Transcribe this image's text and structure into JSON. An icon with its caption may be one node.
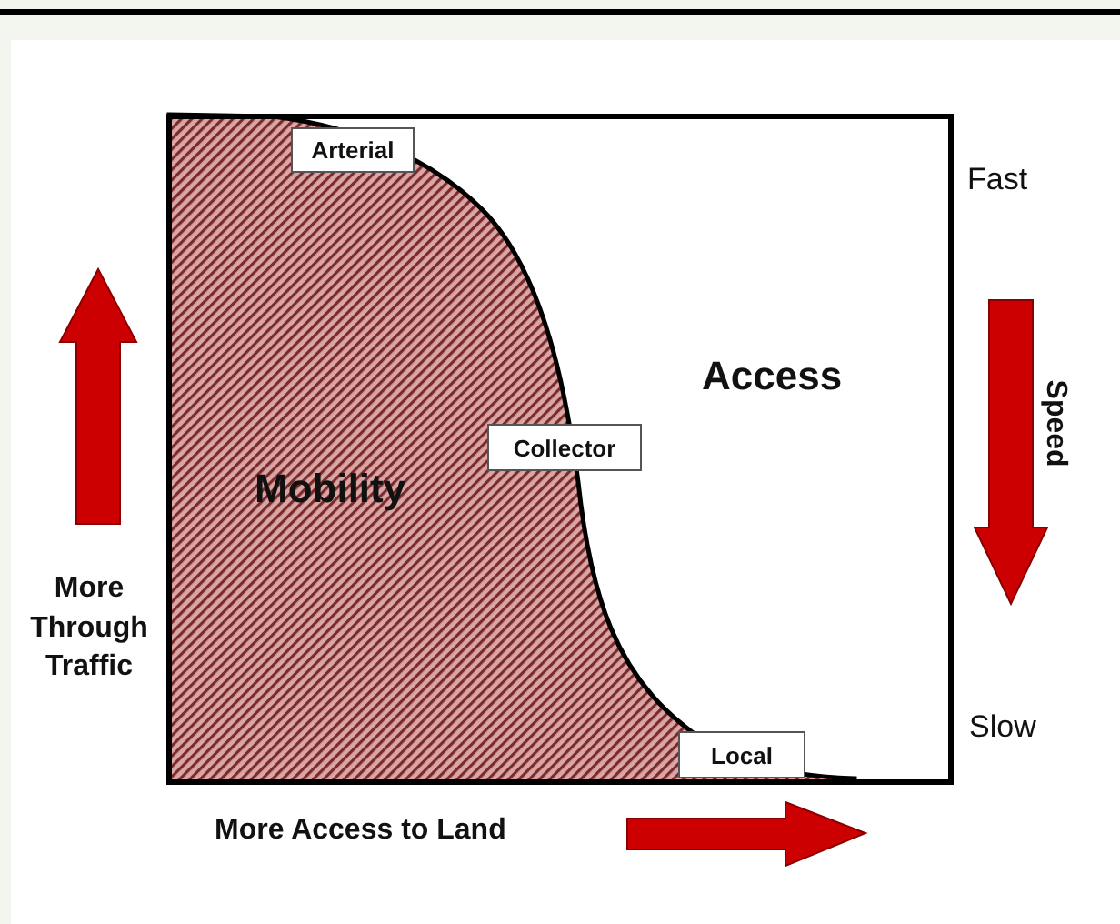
{
  "diagram": {
    "nodes": [
      {
        "text": [
          "Arterial"
        ]
      },
      {
        "text": [
          "Collector"
        ]
      },
      {
        "text": [
          "Local"
        ]
      }
    ],
    "labels": [
      "Fast",
      "Access",
      "Mobility",
      "Speed",
      "More Through Traffic",
      "Slow",
      "More Access to Land"
    ]
  }
}
